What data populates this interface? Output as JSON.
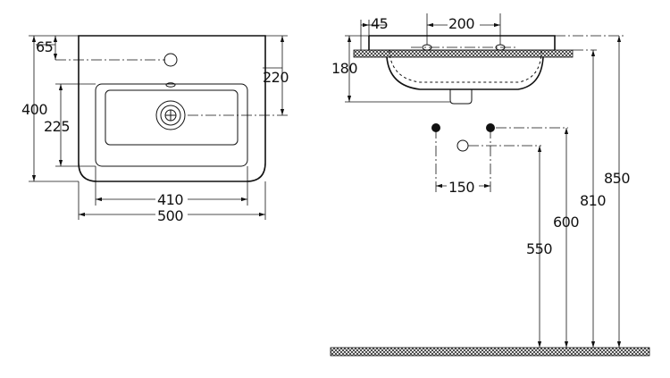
{
  "front_view": {
    "dim_65": "65",
    "dim_220": "220",
    "dim_400": "400",
    "dim_225": "225",
    "dim_410": "410",
    "dim_500": "500"
  },
  "side_view": {
    "dim_45": "45",
    "dim_200": "200",
    "dim_180": "180",
    "dim_150": "150",
    "dim_550": "550",
    "dim_600": "600",
    "dim_810": "810",
    "dim_850": "850"
  },
  "colors": {
    "line": "#111111",
    "background": "#ffffff"
  }
}
